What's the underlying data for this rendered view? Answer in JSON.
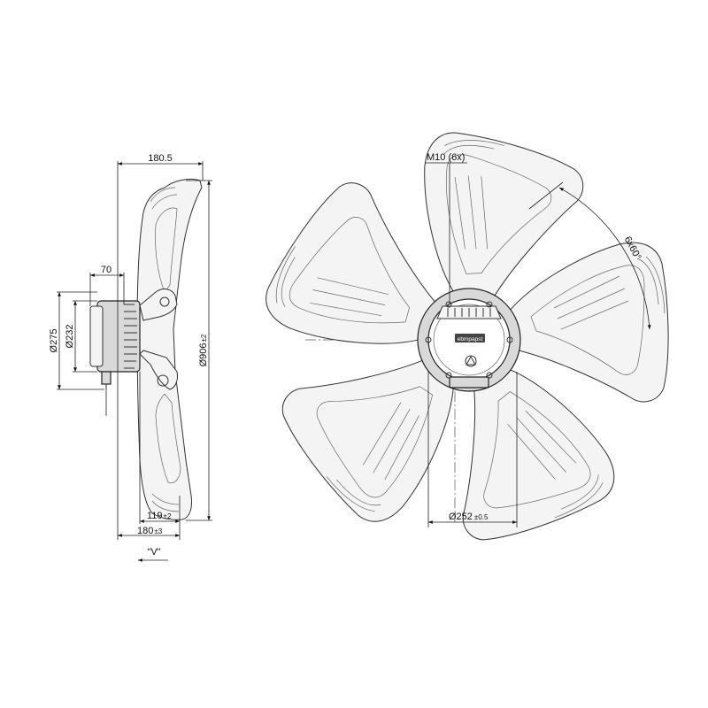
{
  "side_view": {
    "width_top": "180.5",
    "depth_70": "70",
    "dia_275": "Ø275",
    "dia_232": "Ø232",
    "dia_906": "Ø906",
    "dia_906_tol": "±2",
    "depth_119": "119",
    "depth_119_tol": "±2",
    "depth_180": "180",
    "depth_180_tol": "±3",
    "view_label": "\"V\""
  },
  "front_view": {
    "thread_label": "M10 (6x)",
    "angle_label": "6x60°",
    "dia_252": "Ø252",
    "dia_252_tol": "±0.5",
    "logo_text": "ebmpapst",
    "blade_count": 5
  }
}
